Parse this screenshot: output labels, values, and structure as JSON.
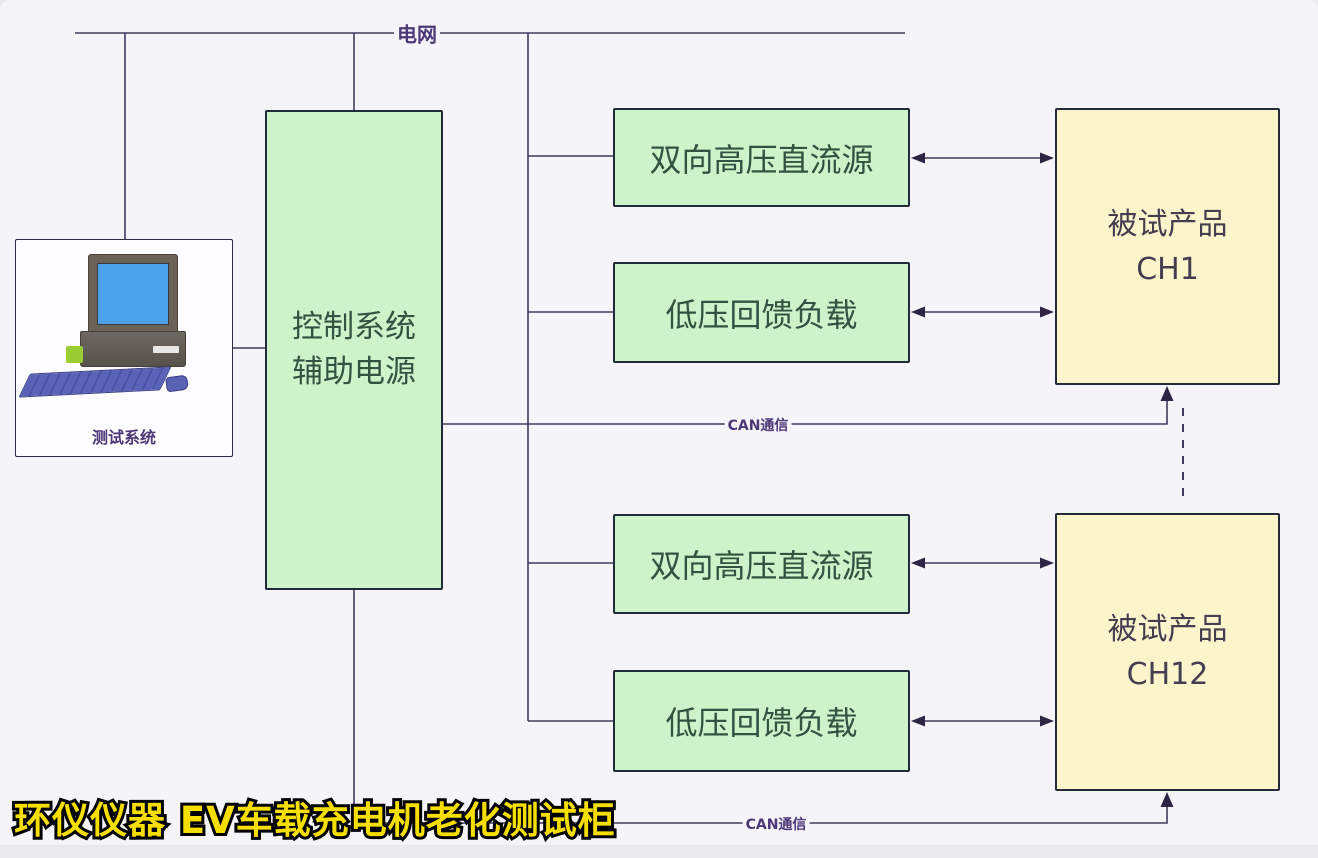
{
  "caption": "环仪仪器 EV车载充电机老化测试柜",
  "labels": {
    "grid": "电网",
    "can_top": "CAN通信",
    "can_bottom": "CAN通信"
  },
  "nodes": {
    "test_system": {
      "label": "测试系统",
      "icon": "desktop-computer-icon"
    },
    "control": {
      "line1": "控制系统",
      "line2": "辅助电源"
    },
    "dc_source_top": {
      "label": "双向高压直流源"
    },
    "lv_load_top": {
      "label": "低压回馈负载"
    },
    "dc_source_bottom": {
      "label": "双向高压直流源"
    },
    "lv_load_bottom": {
      "label": "低压回馈负载"
    },
    "dut_ch1": {
      "line1": "被试产品",
      "line2": "CH1"
    },
    "dut_ch12": {
      "line1": "被试产品",
      "line2": "CH12"
    }
  },
  "colors": {
    "bg": "#f4f4f9",
    "green_fill": "#cdf3ca",
    "yellow_fill": "#fcf5cc",
    "box_border": "#232b3a",
    "green_text": "#33523f",
    "dut_text": "#453d50",
    "wire": "#43395c",
    "arrow": "#2e2545",
    "label_color": "#4c3877",
    "caption_color": "#f6df00",
    "screen_blue": "#4ba2ea"
  }
}
